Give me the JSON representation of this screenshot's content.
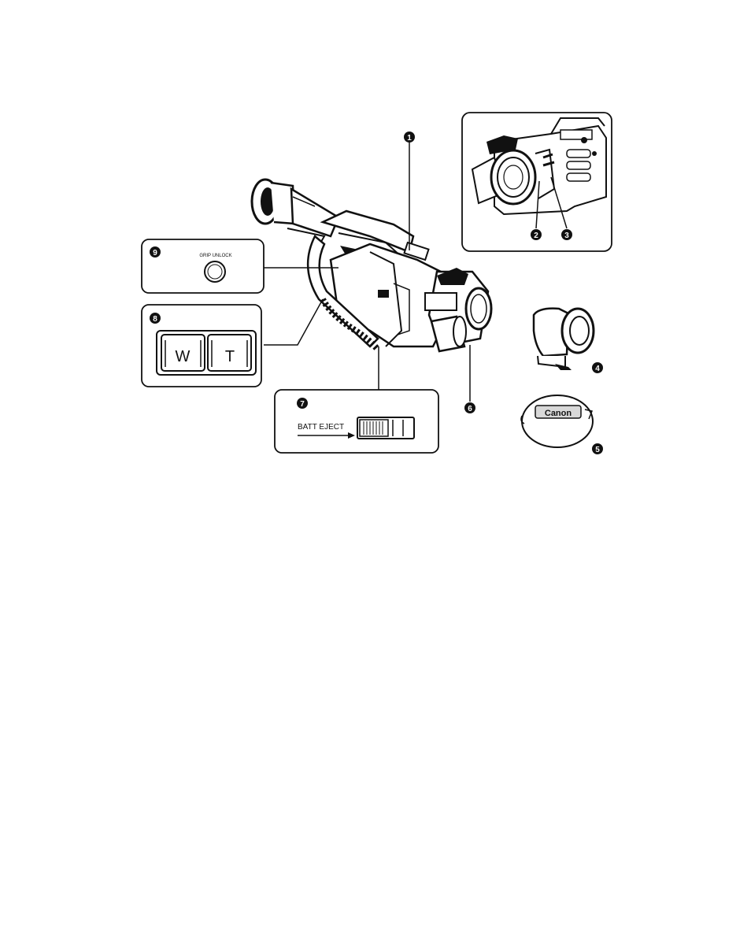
{
  "callouts": {
    "c1": "1",
    "c2": "2",
    "c3": "3",
    "c4": "4",
    "c5": "5",
    "c6": "6",
    "c7": "7",
    "c8": "8",
    "c9": "9"
  },
  "panels": {
    "grip_unlock": {
      "label": "GRIP UNLOCK"
    },
    "zoom": {
      "wide_label": "W",
      "tele_label": "T"
    },
    "batt_eject": {
      "label": "BATT EJECT"
    }
  },
  "lens_cap": {
    "brand": "Canon"
  },
  "colors": {
    "ink": "#111111",
    "paper": "#ffffff",
    "gray": "#d8d8d8"
  }
}
